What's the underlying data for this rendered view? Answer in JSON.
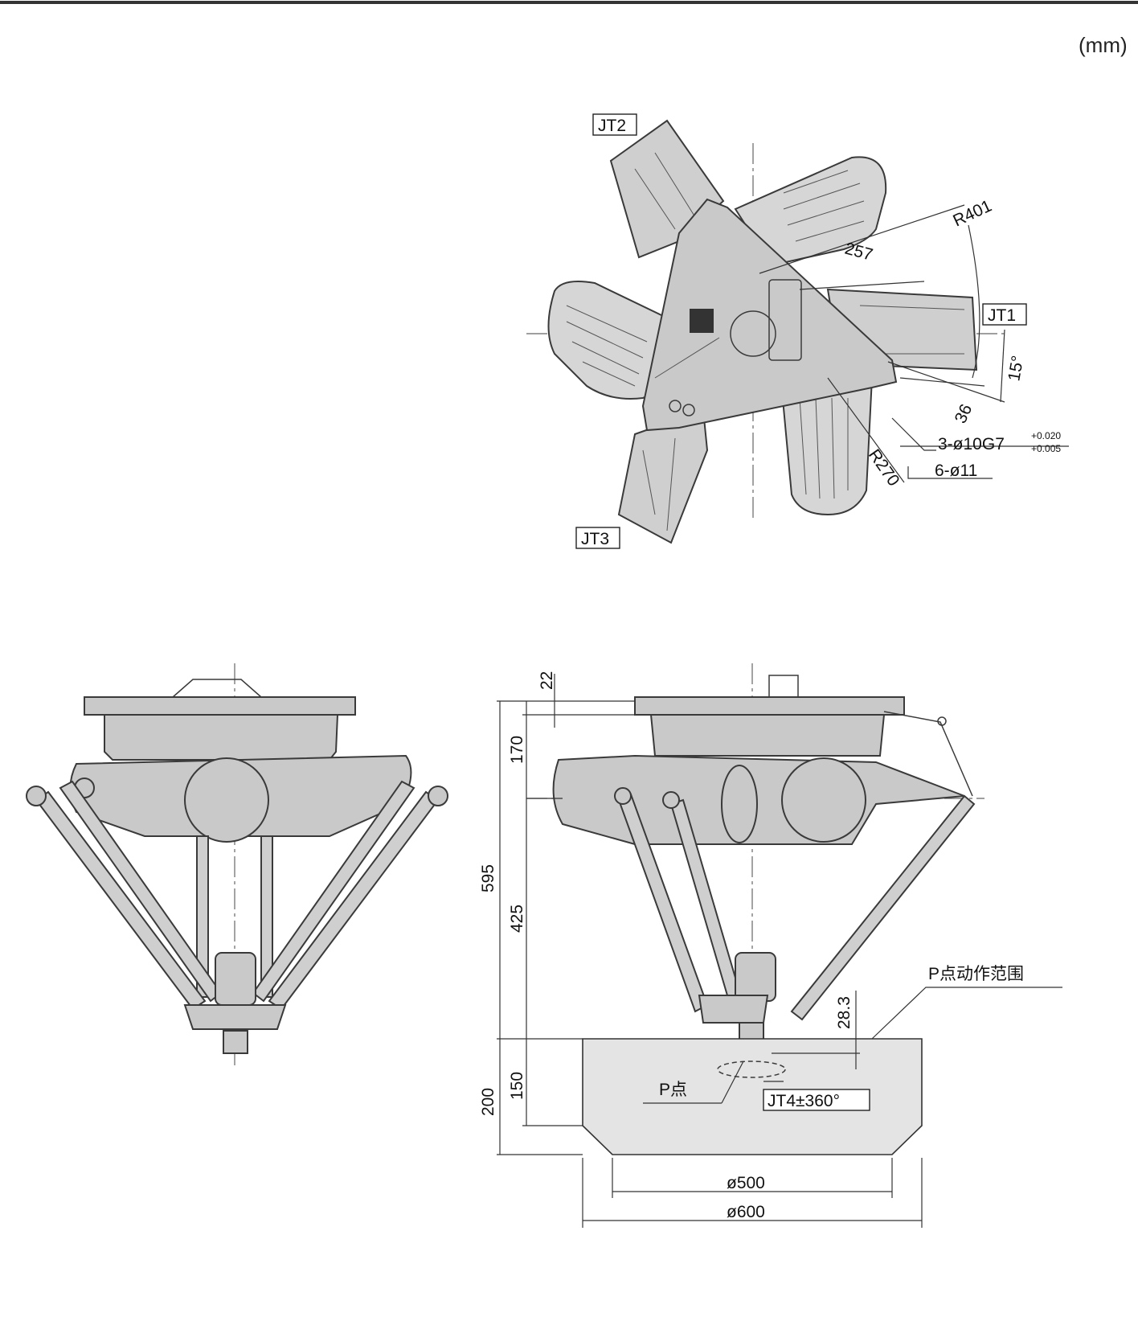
{
  "unit_label": "(mm)",
  "top_view": {
    "joint_labels": [
      "JT1",
      "JT2",
      "JT3"
    ],
    "dims": {
      "r401": "R401",
      "d257": "257",
      "r270": "R270",
      "d36": "36",
      "a15": "15°",
      "holes_pin": "3-ø10G7",
      "tol_upper": "+0.020",
      "tol_lower": "+0.005",
      "holes_bolt": "6-ø11"
    }
  },
  "side_view": {
    "dims": {
      "d22": "22",
      "d170": "170",
      "d595": "595",
      "d425": "425",
      "d28_3": "28.3",
      "d200": "200",
      "d150": "150",
      "dia500": "ø500",
      "dia600": "ø600"
    },
    "labels": {
      "work_range": "P点动作范围",
      "p_point": "P点",
      "jt4_rotation": "JT4±360°"
    }
  }
}
